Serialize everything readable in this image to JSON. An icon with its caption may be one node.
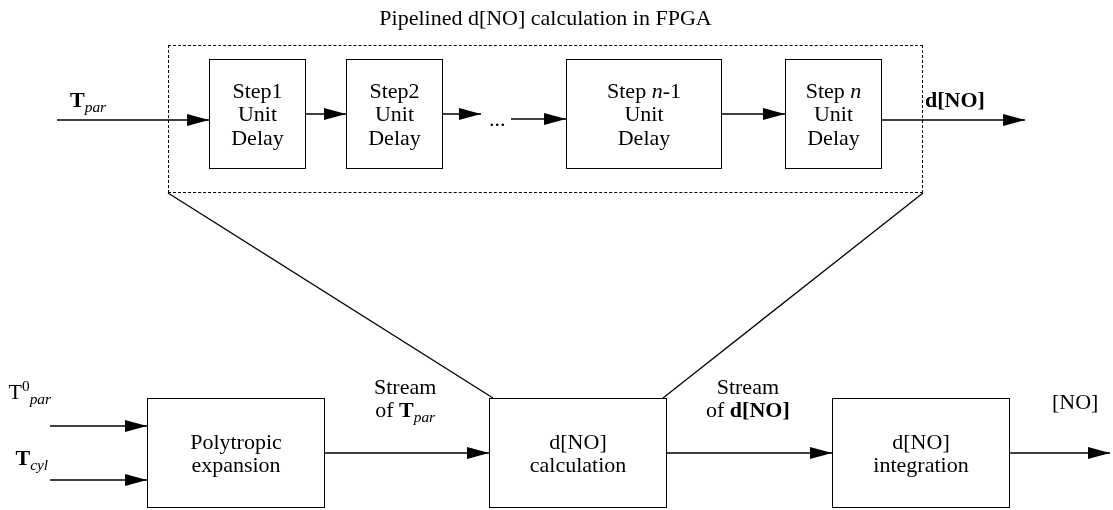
{
  "diagram": {
    "nodes": [
      {
        "text": [
          "Pipelined d[NO] calculation in FPGA"
        ]
      },
      {
        "text": [
          "Step1 Unit Delay"
        ],
        "in": 0
      },
      {
        "text": [
          "Step2 Unit Delay"
        ],
        "in": 0
      },
      {
        "text": [
          "..."
        ],
        "in": 0
      },
      {
        "text": [
          "Step *n*-1 Unit Delay"
        ],
        "in": 0
      },
      {
        "text": [
          "Step *n* Unit Delay"
        ],
        "in": 0
      },
      {
        "text": [
          "Polytropic expansion"
        ]
      },
      {
        "text": [
          "d[NO] calculation"
        ]
      },
      {
        "text": [
          "d[NO] integration"
        ]
      }
    ],
    "edges": [
      {
        "from": null,
        "to": 1,
        "arrow": "to",
        "label": "**T**$_{par}$"
      },
      {
        "from": 1,
        "to": 2,
        "arrow": "to"
      },
      {
        "from": 2,
        "to": 3,
        "arrow": "to"
      },
      {
        "from": 3,
        "to": 4,
        "arrow": "to"
      },
      {
        "from": 4,
        "to": 5,
        "arrow": "to"
      },
      {
        "from": 5,
        "to": null,
        "arrow": "to",
        "label": "**d[NO]**"
      },
      {
        "from": 0,
        "to": 7,
        "arrow": "none"
      },
      {
        "from": 0,
        "to": 7,
        "arrow": "none"
      },
      {
        "from": null,
        "to": 6,
        "arrow": "to",
        "label": "T$^{0}$$_{par}$"
      },
      {
        "from": null,
        "to": 6,
        "arrow": "to",
        "label": "**T**$_{cyl}$"
      },
      {
        "from": 6,
        "to": 7,
        "arrow": "to",
        "label": "Stream of **T**$_{par}$"
      },
      {
        "from": 7,
        "to": 8,
        "arrow": "to",
        "label": "Stream of **d[NO]**"
      },
      {
        "from": 8,
        "to": null,
        "arrow": "to",
        "label": "[NO]"
      }
    ]
  }
}
